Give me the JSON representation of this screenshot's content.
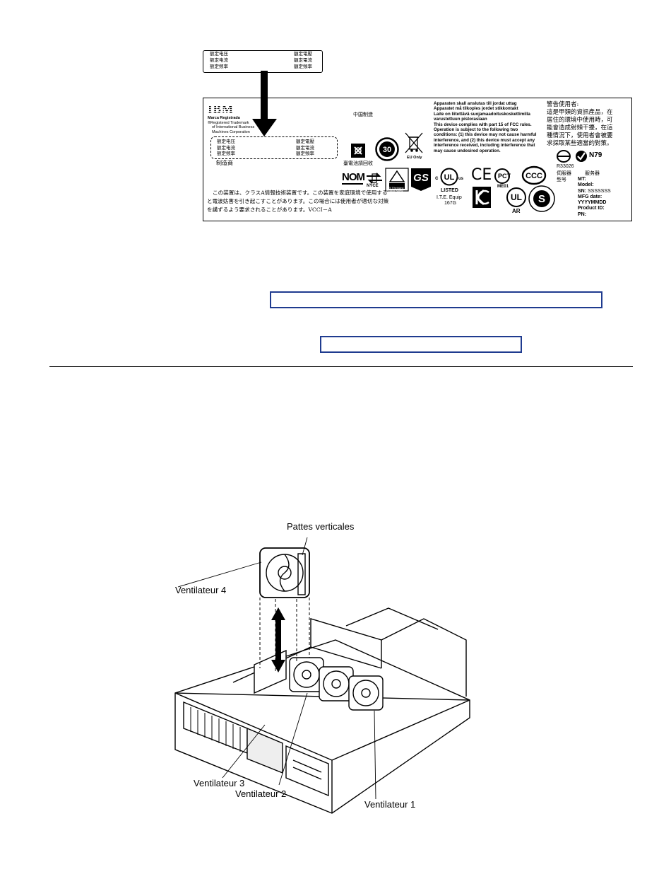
{
  "small_label": {
    "rows": [
      {
        "left": "额定电压",
        "right": "額定電壓"
      },
      {
        "left": "额定电流",
        "right": "額定電流"
      },
      {
        "left": "额定频率",
        "right": "額定頻率"
      }
    ]
  },
  "main_label": {
    "ibm_logo": "IBM",
    "trademark_lines": [
      "Marca Registrada",
      "®Registered Trademark",
      "of International Business",
      "Machines Corporation"
    ],
    "rating_rows": [
      {
        "left": "额定电压",
        "right": "額定電壓"
      },
      {
        "left": "额定电流",
        "right": "額定電流"
      },
      {
        "left": "额定频率",
        "right": "額定頻率"
      }
    ],
    "manufacturer": "制造商",
    "made_in_china": "中国制造",
    "eu_only": "EU Only",
    "recycle_text": "臺電池請回收",
    "nom": "NOM",
    "nyce": "NYCE",
    "tuv_text": "TÜV Rheinland Product Safety",
    "gs": "GS",
    "ul_c": "c",
    "ul_us": "us",
    "ul_listed": "LISTED",
    "ite_equip": "I.T.E. Equip",
    "ite_code": "167G",
    "ce": "CE",
    "pct": "PCT",
    "me01": "ME01",
    "ccc": "CCC",
    "ar": "AR",
    "recycle_30": "30",
    "nordic_lines": [
      "Apparaten skall anslutas till jordat uttag",
      "Apparatet må tilkoples jordet stikkontakt",
      "Laite on liitettävä suojamaadoituskoskettimilla",
      "varustettuun pistorasiaan",
      "This device complies with part 15 of FCC rules.",
      "Operation is subject to the following two",
      "conditions: (1) this device may not cause harmful",
      "interference, and (2) this device must accept any",
      "interference received, including interference that",
      "may cause undesired operation."
    ],
    "taiwan_lines": [
      "警告使用者:",
      "這是甲類的資訊產品，在",
      "居住的環境中使用時，可",
      "能會造成射頻干擾，在這",
      "種情況下，使用者會被要",
      "求採取某些適當的對策。"
    ],
    "n79": "N79",
    "r33026": "R33026",
    "server_tw": "伺服器",
    "server_cn": "服务器",
    "model_no": "型号",
    "mt": "MT:",
    "model": "Model:",
    "sn": "SN:",
    "sn_val": "SSSSSSS",
    "mfg": "MFG date:",
    "mfg_val": "YYYYMMDD",
    "product_id": "Product ID:",
    "pn": "PN:",
    "vcci_lines": [
      "この装置は、クラスA情報技術装置です。この装置を家庭環境で使用する",
      "と電波妨害を引き起こすことがあります。この場合には使用者が適切な対策",
      "を講ずるよう要求されることがあります。VCCI－A"
    ]
  },
  "figure": {
    "callout_top": "Pattes verticales",
    "callout_fan4": "Ventilateur 4",
    "callout_fan3": "Ventilateur 3",
    "callout_fan2": "Ventilateur 2",
    "callout_fan1": "Ventilateur 1"
  }
}
